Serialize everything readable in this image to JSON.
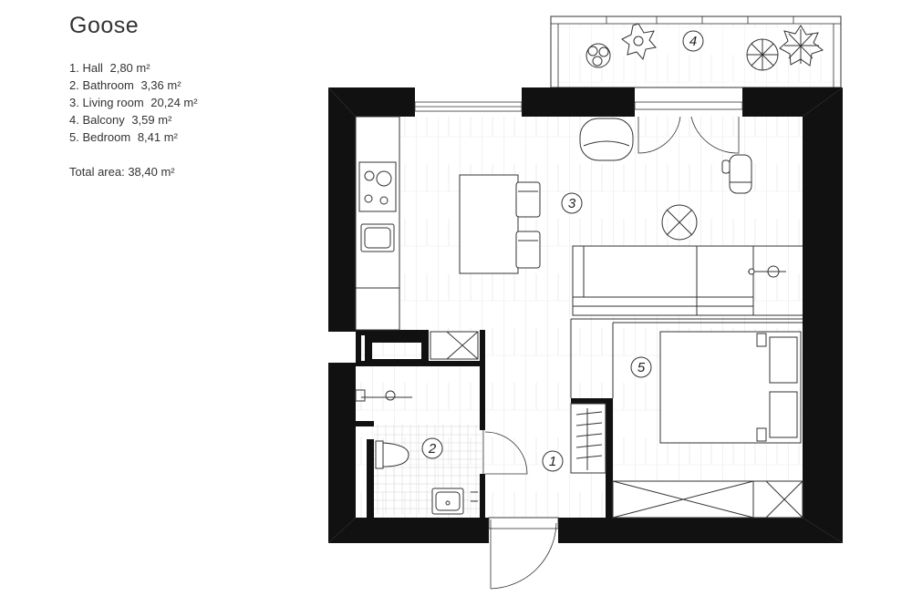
{
  "plan": {
    "title": "Goose",
    "rooms": [
      {
        "number": "1",
        "name": "1. Hall",
        "area": "2,80 m²"
      },
      {
        "number": "2",
        "name": "2. Bathroom",
        "area": "3,36 m²"
      },
      {
        "number": "3",
        "name": "3. Living room",
        "area": "20,24 m²"
      },
      {
        "number": "4",
        "name": "4. Balcony",
        "area": "3,59 m²"
      },
      {
        "number": "5",
        "name": "5. Bedroom",
        "area": "8,41 m²"
      }
    ],
    "total_label": "Total area:",
    "total_value": "38,40 m²"
  }
}
